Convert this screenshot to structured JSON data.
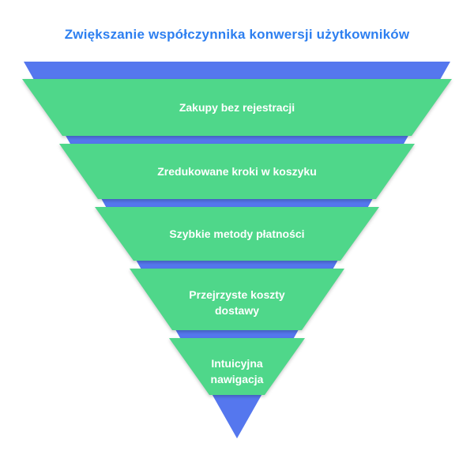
{
  "title": {
    "text": "Zwiększanie współczynnika konwersji użytkowników"
  },
  "colors": {
    "blue": "#5577ee",
    "green": "#4fd78a",
    "title": "#2d7ff0",
    "label": "#ffffff"
  },
  "segments": [
    {
      "label": "Zakupy bez rejestracji"
    },
    {
      "label": "Zredukowane kroki w koszyku"
    },
    {
      "label": "Szybkie metody płatności"
    },
    {
      "label": "Przejrzyste koszty dostawy"
    },
    {
      "label": "Intuicyjna nawigacja"
    }
  ]
}
